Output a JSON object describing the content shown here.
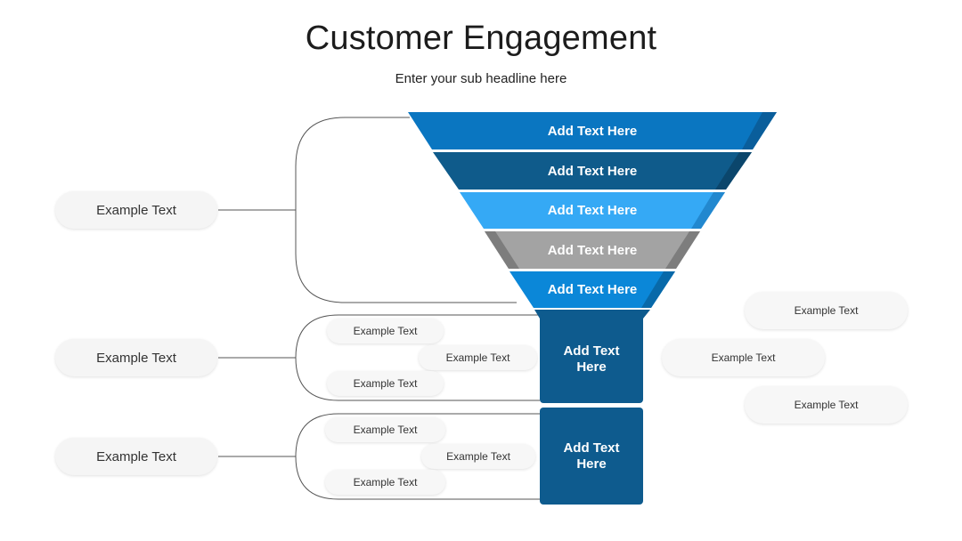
{
  "header": {
    "title": "Customer Engagement",
    "subtitle": "Enter your sub headline here"
  },
  "colors": {
    "band1": "#0a76c1",
    "band2": "#0f5b8b",
    "band3": "#35a9f5",
    "band4": "#a3a3a3",
    "band5": "#0b87d8",
    "box": "#0e5b8e"
  },
  "funnel": {
    "bands": [
      {
        "label": "Add Text Here"
      },
      {
        "label": "Add Text Here"
      },
      {
        "label": "Add Text Here"
      },
      {
        "label": "Add Text Here"
      },
      {
        "label": "Add Text Here"
      }
    ],
    "boxes": [
      {
        "label": "Add Text Here"
      },
      {
        "label": "Add Text Here"
      }
    ]
  },
  "left_labels": [
    "Example Text",
    "Example Text",
    "Example Text"
  ],
  "group1_items": [
    "Example Text",
    "Example Text",
    "Example Text"
  ],
  "group2_items": [
    "Example Text",
    "Example Text",
    "Example Text"
  ],
  "right_items": [
    "Example Text",
    "Example Text",
    "Example Text"
  ]
}
